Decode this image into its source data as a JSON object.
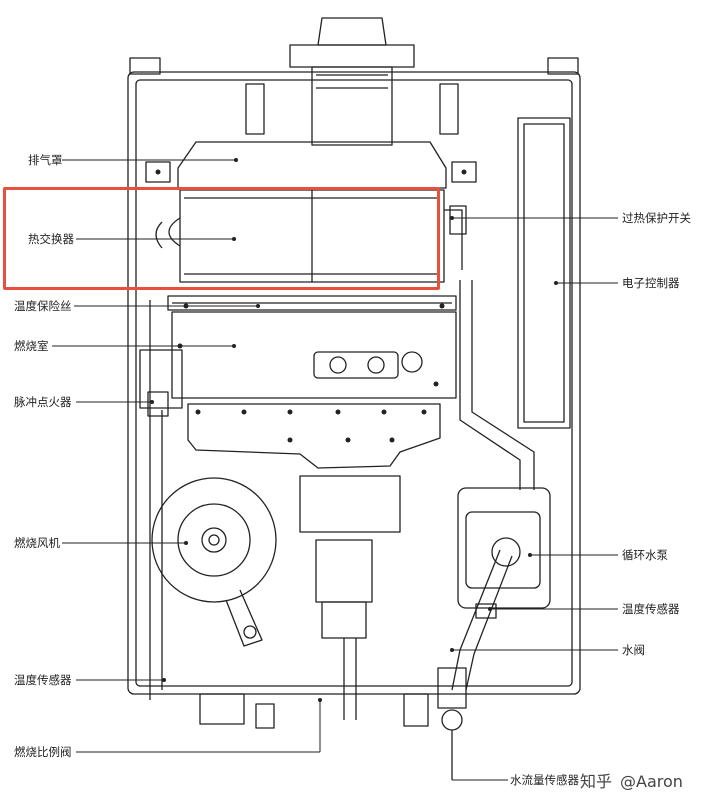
{
  "labels_left": [
    {
      "id": "exhaust-hood",
      "text": "排气罩"
    },
    {
      "id": "heat-exchanger",
      "text": "热交换器"
    },
    {
      "id": "temp-fuse",
      "text": "温度保险丝"
    },
    {
      "id": "combustion-chamber",
      "text": "燃烧室"
    },
    {
      "id": "pulse-igniter",
      "text": "脉冲点火器"
    },
    {
      "id": "combustion-fan",
      "text": "燃烧风机"
    },
    {
      "id": "temp-sensor-left",
      "text": "温度传感器"
    },
    {
      "id": "proportional-valve",
      "text": "燃烧比例阀"
    }
  ],
  "labels_right": [
    {
      "id": "overheat-switch",
      "text": "过热保护开关"
    },
    {
      "id": "controller",
      "text": "电子控制器"
    },
    {
      "id": "circulation-pump",
      "text": "循环水泵"
    },
    {
      "id": "temp-sensor-right",
      "text": "温度传感器"
    },
    {
      "id": "water-valve",
      "text": "水阀"
    }
  ],
  "bottom_label": {
    "id": "flow-sensor",
    "text": "水流量传感器"
  },
  "watermark": {
    "site": "知乎",
    "author": "@Aaron"
  },
  "highlight_color": "#e8503e",
  "line_color": "#222222"
}
